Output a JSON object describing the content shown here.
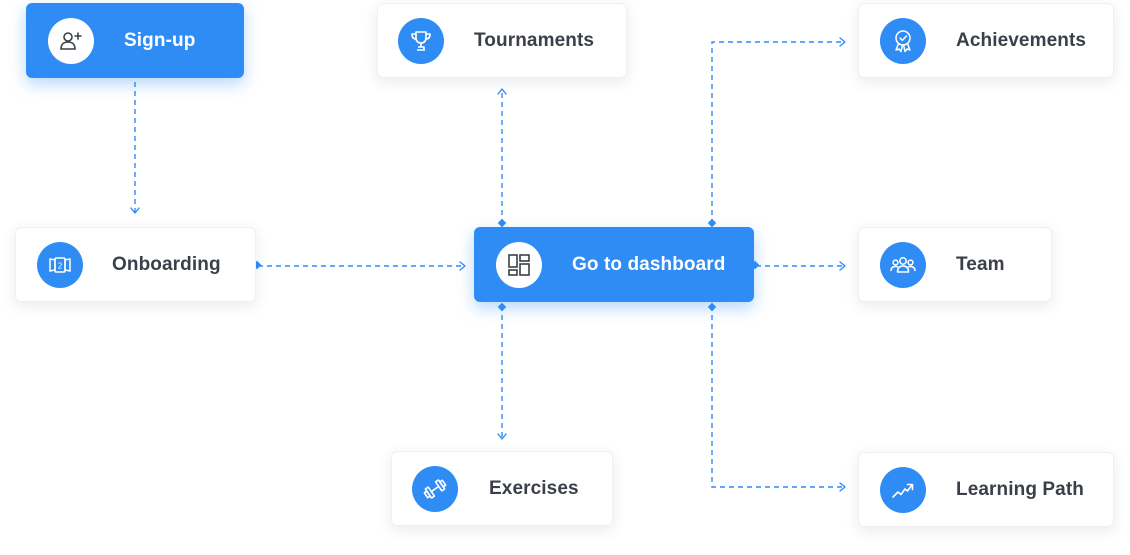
{
  "colors": {
    "accent": "#2f8cf5",
    "label_dark": "#3a3f4a",
    "card_bg": "#ffffff"
  },
  "nodes": {
    "signup": {
      "label": "Sign-up",
      "icon": "add-user-icon"
    },
    "onboarding": {
      "label": "Onboarding",
      "icon": "onboarding-screens-icon"
    },
    "dashboard": {
      "label": "Go to dashboard",
      "icon": "dashboard-layout-icon"
    },
    "tournaments": {
      "label": "Tournaments",
      "icon": "trophy-icon"
    },
    "exercises": {
      "label": "Exercises",
      "icon": "dumbbell-icon"
    },
    "achievements": {
      "label": "Achievements",
      "icon": "award-badge-icon"
    },
    "team": {
      "label": "Team",
      "icon": "team-icon"
    },
    "learning_path": {
      "label": "Learning Path",
      "icon": "trend-up-icon"
    }
  },
  "edges": [
    {
      "from": "signup",
      "to": "onboarding"
    },
    {
      "from": "onboarding",
      "to": "dashboard"
    },
    {
      "from": "dashboard",
      "to": "tournaments"
    },
    {
      "from": "dashboard",
      "to": "exercises"
    },
    {
      "from": "dashboard",
      "to": "achievements"
    },
    {
      "from": "dashboard",
      "to": "team"
    },
    {
      "from": "dashboard",
      "to": "learning_path"
    }
  ]
}
